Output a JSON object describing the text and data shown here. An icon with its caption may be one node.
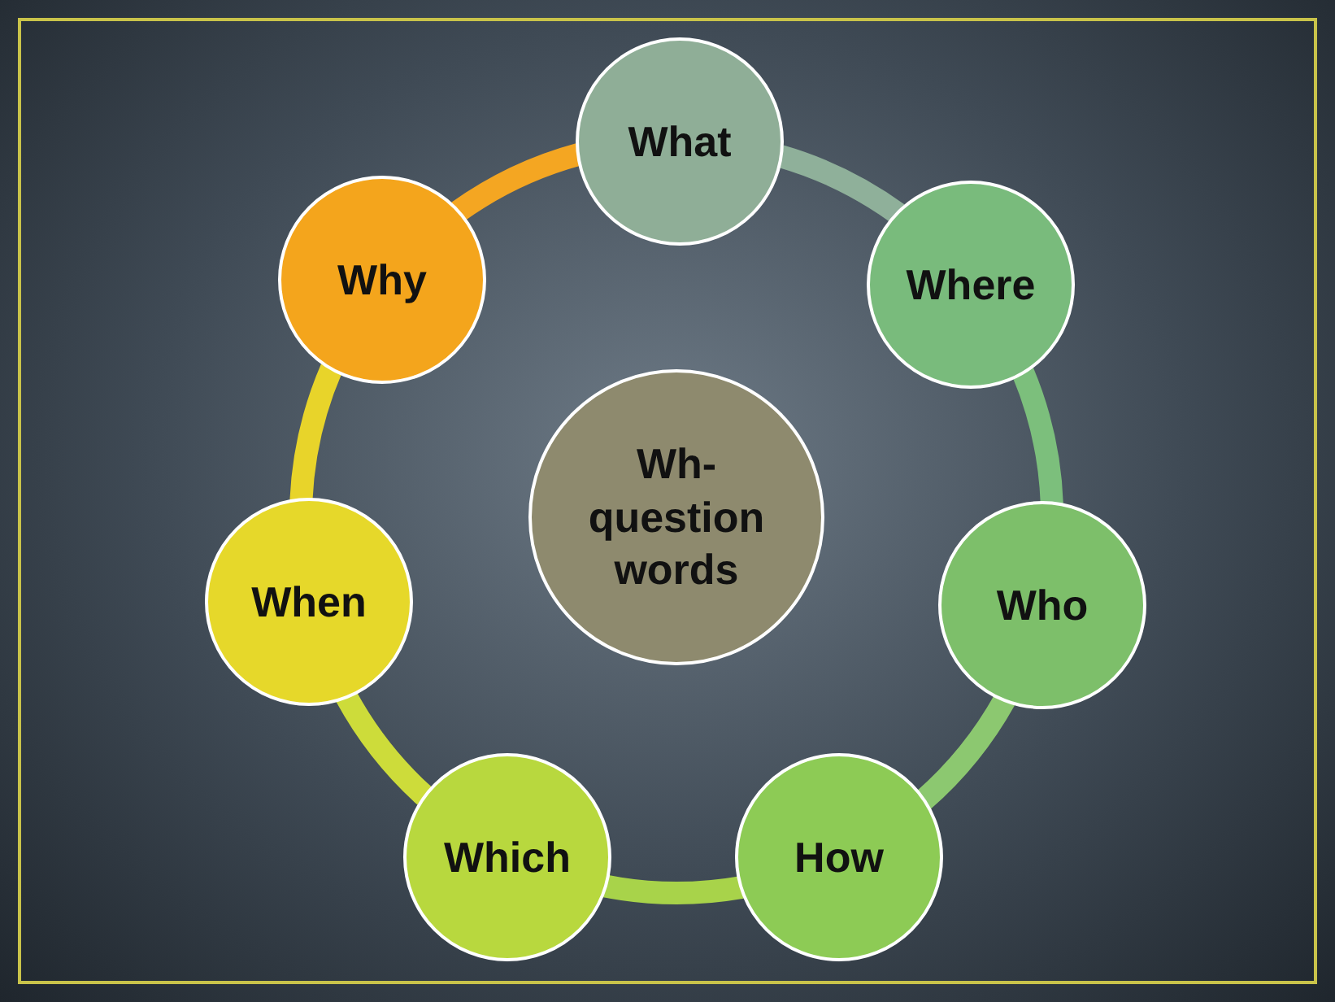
{
  "diagram": {
    "nodes": [
      {
        "text": [
          "Wh- question words"
        ]
      },
      {
        "text": [
          "What"
        ]
      },
      {
        "text": [
          "Where"
        ]
      },
      {
        "text": [
          "Who"
        ]
      },
      {
        "text": [
          "How"
        ]
      },
      {
        "text": [
          "Which"
        ]
      },
      {
        "text": [
          "When"
        ]
      },
      {
        "text": [
          "Why"
        ]
      }
    ],
    "edges": [
      {
        "from": 1,
        "to": 2,
        "arrow": "none",
        "color": "#8fb09a"
      },
      {
        "from": 2,
        "to": 3,
        "arrow": "none",
        "color": "#7cbf7c"
      },
      {
        "from": 3,
        "to": 4,
        "arrow": "none",
        "color": "#8cc870"
      },
      {
        "from": 4,
        "to": 5,
        "arrow": "none",
        "color": "#a8d34a"
      },
      {
        "from": 5,
        "to": 6,
        "arrow": "none",
        "color": "#cddc3a"
      },
      {
        "from": 6,
        "to": 7,
        "arrow": "none",
        "color": "#e8d42a"
      },
      {
        "from": 7,
        "to": 1,
        "arrow": "none",
        "color": "#f4a622"
      }
    ]
  }
}
